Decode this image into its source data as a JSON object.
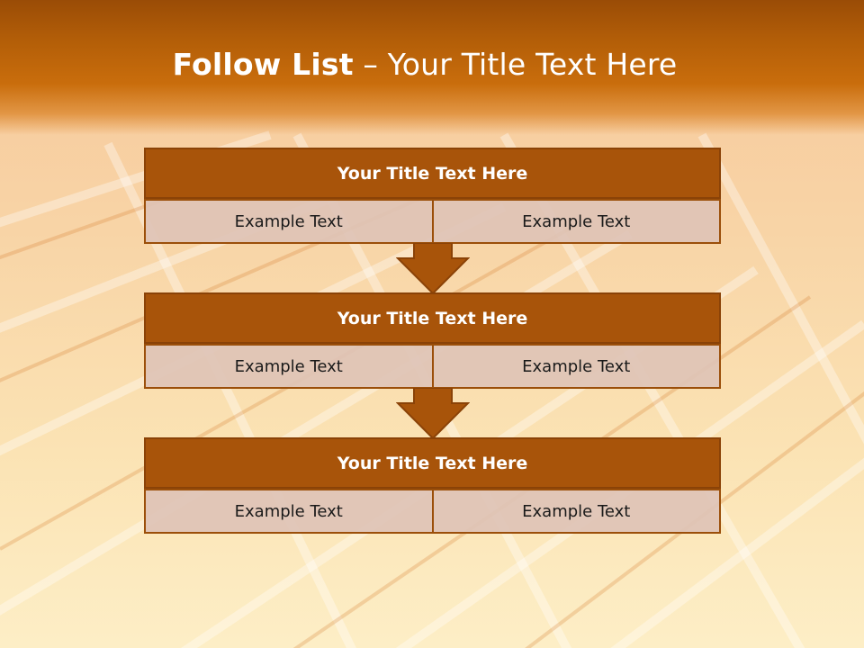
{
  "slide": {
    "title_bold": "Follow List",
    "title_rest": " – Your Title Text Here"
  },
  "blocks": [
    {
      "title": "Your Title Text Here",
      "left": "Example Text",
      "right": "Example Text"
    },
    {
      "title": "Your Title Text Here",
      "left": "Example Text",
      "right": "Example Text"
    },
    {
      "title": "Your Title Text Here",
      "left": "Example Text",
      "right": "Example Text"
    }
  ],
  "colors": {
    "header_fill": "#a8540a",
    "header_border": "#8a4207",
    "cell_fill": "#dec3b6",
    "arrow_fill": "#a8540a",
    "title_bar": "#c96d0c"
  }
}
